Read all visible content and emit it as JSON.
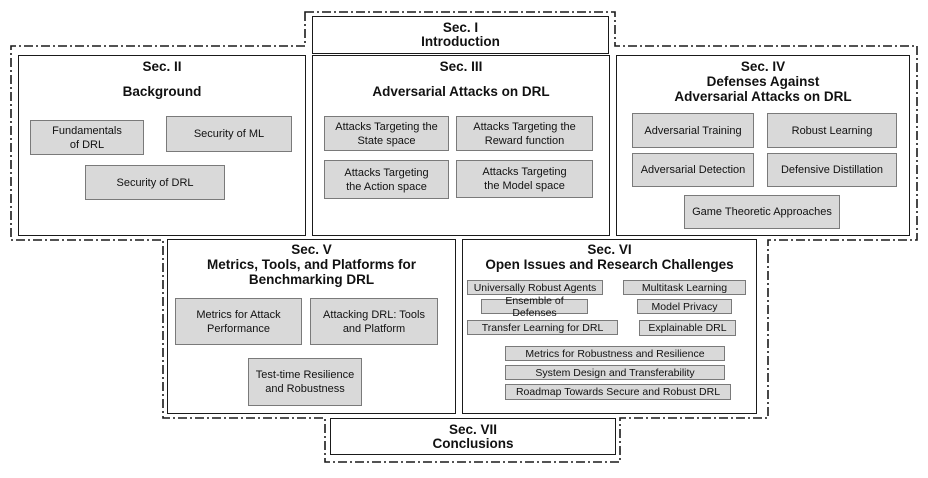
{
  "sections": {
    "s1": {
      "num": "Sec. I",
      "title": "Introduction"
    },
    "s2": {
      "num": "Sec. II",
      "title": "Background",
      "items": [
        "Fundamentals\nof DRL",
        "Security of ML",
        "Security of DRL"
      ]
    },
    "s3": {
      "num": "Sec. III",
      "title": "Adversarial Attacks on DRL",
      "items": [
        "Attacks Targeting the\nState space",
        "Attacks Targeting the\nReward function",
        "Attacks Targeting\nthe Action space",
        "Attacks Targeting\nthe Model space"
      ]
    },
    "s4": {
      "num": "Sec. IV",
      "title_line1": "Defenses Against",
      "title_line2": "Adversarial Attacks on DRL",
      "items": [
        "Adversarial Training",
        "Robust Learning",
        "Adversarial Detection",
        "Defensive Distillation",
        "Game Theoretic Approaches"
      ]
    },
    "s5": {
      "num": "Sec. V",
      "title_line1": "Metrics, Tools, and Platforms for",
      "title_line2": "Benchmarking DRL",
      "items": [
        "Metrics for Attack\nPerformance",
        "Attacking DRL: Tools\nand Platform",
        "Test-time Resilience\nand Robustness"
      ]
    },
    "s6": {
      "num": "Sec. VI",
      "title": "Open Issues and Research Challenges",
      "items": [
        "Universally Robust Agents",
        "Multitask Learning",
        "Ensemble of Defenses",
        "Model Privacy",
        "Transfer Learning for DRL",
        "Explainable DRL",
        "Metrics for Robustness and Resilience",
        "System Design and Transferability",
        "Roadmap Towards Secure and Robust DRL"
      ]
    },
    "s7": {
      "num": "Sec. VII",
      "title": "Conclusions"
    }
  }
}
